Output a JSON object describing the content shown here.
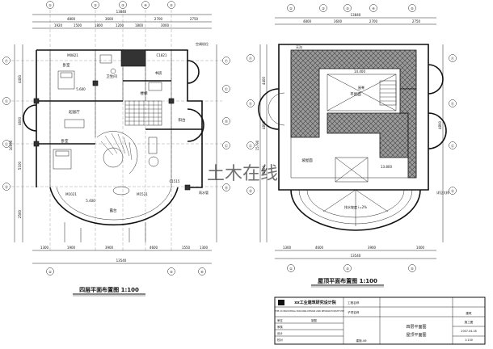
{
  "plans": {
    "left_title": "四层平面布置图 1:100",
    "right_title": "屋顶平面布置图 1:100"
  },
  "grid_axes": {
    "columns": [
      "①",
      "②",
      "③",
      "④",
      "⑤",
      "⑥",
      "⑦",
      "⑧"
    ],
    "rows": [
      "Ⓐ",
      "Ⓑ",
      "Ⓒ",
      "Ⓓ",
      "Ⓔ",
      "Ⓕ",
      "Ⓖ"
    ]
  },
  "dimensions": {
    "left_top_total": "13840",
    "left_top_parts": [
      "4800",
      "3600",
      "2700",
      "2750"
    ],
    "left_top_sub": [
      "1920",
      "1500",
      "1800",
      "1200",
      "1800",
      "3000"
    ],
    "left_bottom_total": "13540",
    "left_bottom_parts": [
      "1300",
      "1900",
      "3900",
      "4600",
      "1550",
      "1300"
    ],
    "left_side_total": "16090",
    "left_side_parts": [
      "4400",
      "4600",
      "1500",
      "5100",
      "2500"
    ],
    "right_top_total": "13840",
    "right_top_parts": [
      "4800",
      "3600",
      "2700",
      "2750"
    ],
    "right_bottom_total": "13540",
    "right_bottom_parts": [
      "1300",
      "4600",
      "3900",
      "1000"
    ],
    "right_side_total": "15790",
    "right_side_parts": [
      "4400",
      "4800",
      "5000",
      "1500"
    ]
  },
  "left_plan_labels": {
    "bedroom1": "卧室",
    "bedroom2": "卧室",
    "bath": "卫生间",
    "hall": "起居厅",
    "study": "书房",
    "terrace": "露台",
    "stair": "楼梯",
    "balcony": "阳台",
    "elev1": "5.400",
    "elev2": "5.600",
    "win1": "M1021",
    "win2": "M1521",
    "win3": "C1515",
    "win4": "M0821",
    "win5": "C1821",
    "note1": "空调机位",
    "note2": "雨水管"
  },
  "right_plan_labels": {
    "roof1": "平屋面",
    "roof2": "坡屋面",
    "drain": "排水坡度 i=2%",
    "elev1": "14.400",
    "elev2": "13.800",
    "note": "详见大样",
    "ridge": "屋脊",
    "gutter": "天沟"
  },
  "title_block": {
    "company": "xx工业建筑研究设计院",
    "company_en": "THE XX INDUSTRIAL BUILDING DESIGN AND RESEARCH INSTITUTE",
    "project_label": "工程名称",
    "item_label": "子项名称",
    "drawing_name_1": "四层平面图",
    "drawing_name_2": "屋顶平面图",
    "discipline": "建筑",
    "stage": "施工图",
    "date": "2007.04.18",
    "scale": "1:100",
    "drawing_no": "建施-06",
    "roles": [
      "审定",
      "审核",
      "设计",
      "校对",
      "制图"
    ]
  },
  "watermark": "土木在线"
}
